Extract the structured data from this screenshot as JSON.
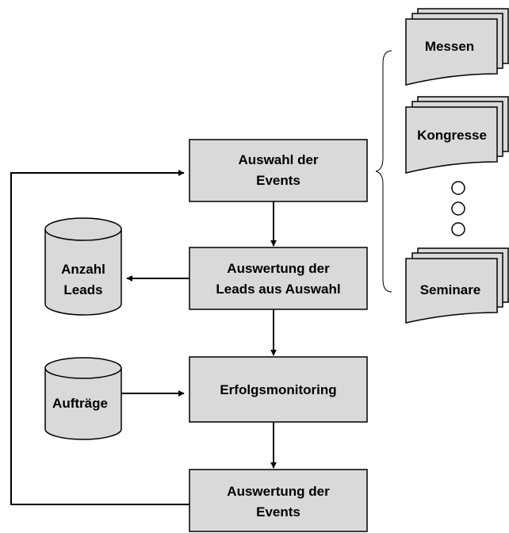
{
  "colors": {
    "box_fill": "#d9d9d9",
    "stroke": "#000000",
    "background": "#ffffff"
  },
  "process": {
    "auswahl": [
      "Auswahl der",
      "Events"
    ],
    "auswertung_leads": [
      "Auswertung der",
      "Leads aus Auswahl"
    ],
    "erfolg": [
      "Erfolgsmonitoring"
    ],
    "auswertung_events": [
      "Auswertung der",
      "Events"
    ]
  },
  "databases": {
    "leads": [
      "Anzahl",
      "Leads"
    ],
    "auftraege": [
      "Aufträge"
    ]
  },
  "event_types": {
    "messen": "Messen",
    "kongresse": "Kongresse",
    "seminare": "Seminare"
  }
}
